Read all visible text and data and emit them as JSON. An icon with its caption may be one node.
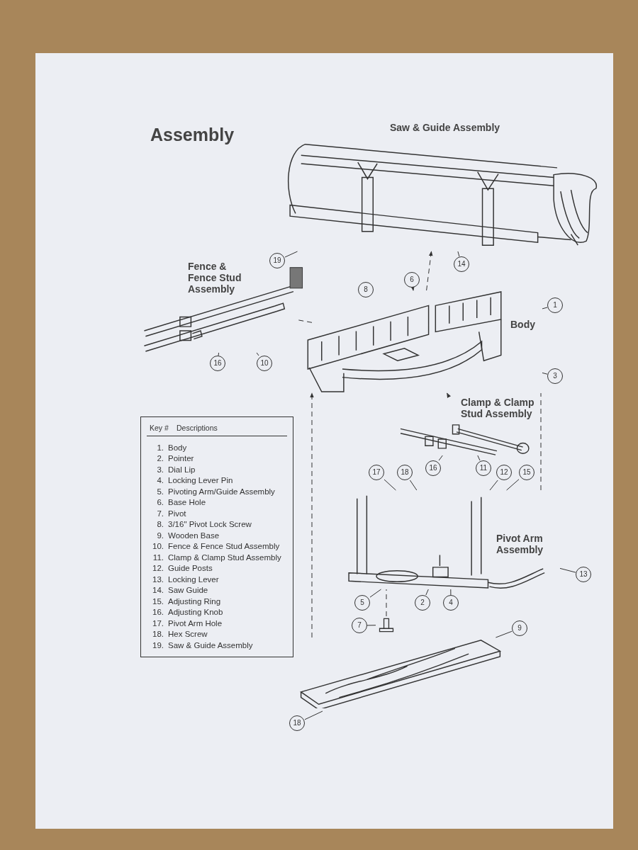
{
  "diagram": {
    "title": "Assembly",
    "nodes": [
      {
        "text": [
          "Saw & Guide Assembly"
        ]
      },
      {
        "text": [
          "Fence & Fence Stud Assembly"
        ]
      },
      {
        "text": [
          "Body"
        ]
      },
      {
        "text": [
          "Clamp & Clamp Stud Assembly"
        ]
      },
      {
        "text": [
          "Pivot Arm Assembly"
        ]
      },
      {
        "text": [],
        "shape": "picture"
      },
      {
        "text": [],
        "shape": "picture"
      },
      {
        "text": [
          "19"
        ]
      },
      {
        "text": [
          "14"
        ]
      },
      {
        "text": [
          "10"
        ]
      },
      {
        "text": [
          "16"
        ]
      },
      {
        "text": [
          "6"
        ]
      },
      {
        "text": [
          "1"
        ]
      },
      {
        "text": [
          "3"
        ]
      },
      {
        "text": [
          "16"
        ]
      },
      {
        "text": [
          "11"
        ]
      },
      {
        "text": [
          "15"
        ]
      },
      {
        "text": [
          "12"
        ]
      },
      {
        "text": [
          "18"
        ]
      },
      {
        "text": [
          "17"
        ]
      },
      {
        "text": [
          "2"
        ]
      },
      {
        "text": [
          "5"
        ]
      },
      {
        "text": [
          "4"
        ]
      },
      {
        "text": [
          "13"
        ]
      },
      {
        "text": [
          "7"
        ]
      },
      {
        "text": [
          "9"
        ]
      },
      {
        "text": [
          "18"
        ]
      }
    ],
    "edges": [
      {
        "from": 7,
        "to": 0,
        "arrow": "none"
      },
      {
        "from": 8,
        "to": 0,
        "arrow": "none"
      },
      {
        "from": 9,
        "to": 1,
        "arrow": "none"
      },
      {
        "from": 10,
        "to": 1,
        "arrow": "none"
      },
      {
        "from": 11,
        "to": 2,
        "arrow": "to",
        "style": "dashed"
      },
      {
        "from": 12,
        "to": 2,
        "arrow": "none"
      },
      {
        "from": 13,
        "to": 2,
        "arrow": "none"
      },
      {
        "from": 14,
        "to": 3,
        "arrow": "none"
      },
      {
        "from": 15,
        "to": 3,
        "arrow": "none"
      },
      {
        "from": 16,
        "to": 4,
        "arrow": "none"
      },
      {
        "from": 17,
        "to": 4,
        "arrow": "none"
      },
      {
        "from": 18,
        "to": 4,
        "arrow": "none"
      },
      {
        "from": 19,
        "to": 4,
        "arrow": "none"
      },
      {
        "from": 20,
        "to": 4,
        "arrow": "none"
      },
      {
        "from": 21,
        "to": 4,
        "arrow": "none"
      },
      {
        "from": 22,
        "to": 4,
        "arrow": "none"
      },
      {
        "from": 23,
        "to": 4,
        "arrow": "none"
      },
      {
        "from": 24,
        "to": 5,
        "arrow": "none"
      },
      {
        "from": 25,
        "to": 6,
        "arrow": "none"
      },
      {
        "from": 26,
        "to": 6,
        "arrow": "none"
      },
      {
        "from": 1,
        "to": 2,
        "arrow": "none",
        "style": "dashed"
      },
      {
        "from": 2,
        "to": 0,
        "arrow": "to",
        "style": "dashed"
      },
      {
        "from": 6,
        "to": 2,
        "arrow": "to",
        "style": "dashed"
      },
      {
        "from": 3,
        "to": 2,
        "arrow": "to",
        "style": "dashed"
      },
      {
        "from": 4,
        "to": 2,
        "arrow": "none",
        "style": "dashed"
      },
      {
        "from": 5,
        "to": 4,
        "arrow": "none",
        "style": "dashed"
      }
    ],
    "labels": [
      "8",
      "Key #",
      "Descriptions",
      "1.",
      "Body",
      "2.",
      "Pointer",
      "3.",
      "Dial Lip",
      "4.",
      "Locking Lever Pin",
      "5.",
      "Pivoting Arm/Guide Assembly",
      "6.",
      "Base Hole",
      "7.",
      "Pivot",
      "8.",
      "3/16\" Pivot Lock Screw",
      "9.",
      "Wooden Base",
      "10.",
      "Fence & Fence Stud Assembly",
      "11.",
      "Clamp & Clamp Stud Assembly",
      "12.",
      "Guide Posts",
      "13.",
      "Locking Lever",
      "14.",
      "Saw Guide",
      "15.",
      "Adjusting Ring",
      "16.",
      "Adjusting Knob",
      "17.",
      "Pivot Arm Hole",
      "18.",
      "Hex Screw",
      "19.",
      "Saw & Guide Assembly"
    ]
  }
}
